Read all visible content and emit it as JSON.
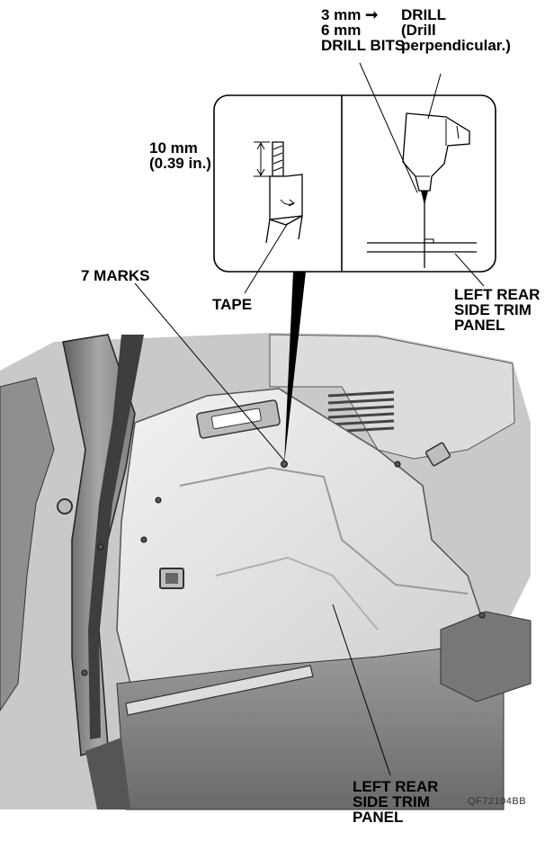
{
  "labels": {
    "drill_bits": "3 mm ➞\n6 mm\nDRILL BITS",
    "drill": "DRILL\n(Drill\nperpendicular.)",
    "depth": "10 mm\n(0.39 in.)",
    "marks": "7 MARKS",
    "tape": "TAPE",
    "panel_inset": "LEFT REAR\nSIDE TRIM\nPANEL",
    "panel_main": "LEFT REAR\nSIDE TRIM\nPANEL",
    "figure_code": "QF72104BB"
  },
  "colors": {
    "line": "#000000",
    "panel_light": "#e8e8e8",
    "panel_mid": "#bdbdbd",
    "panel_dark": "#6e6e6e",
    "floor": "#8a8a8a"
  }
}
